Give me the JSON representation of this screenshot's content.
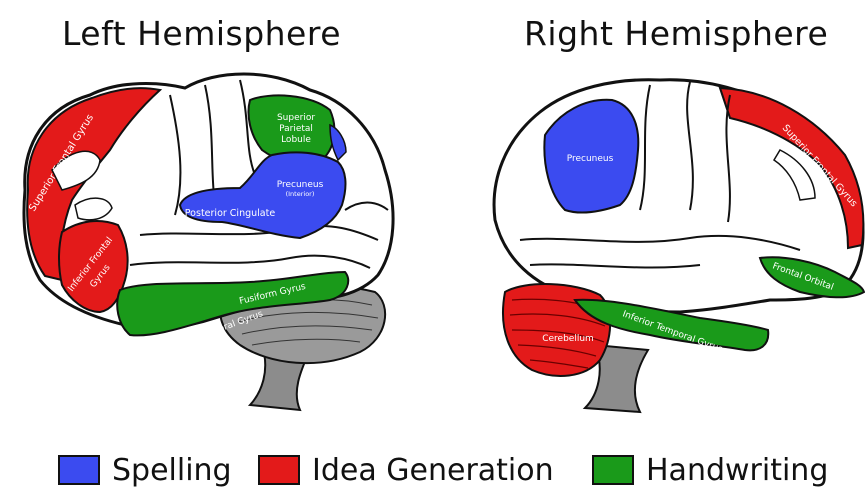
{
  "titles": {
    "left": "Left Hemisphere",
    "right": "Right Hemisphere"
  },
  "colors": {
    "spelling": "#3b4bf0",
    "idea_generation": "#e31a1a",
    "handwriting": "#1a9a1a",
    "cortex": "#ffffff",
    "outline": "#111111",
    "cerebellum_gray": "#9a9a9a",
    "brainstem_gray": "#8c8c8c"
  },
  "left_hemisphere": {
    "regions": {
      "superior_frontal": "Superior Frontal Gyrus",
      "inferior_frontal_line1": "Inferior Frontal",
      "inferior_frontal_line2": "Gyrus",
      "superior_parietal_line1": "Superior",
      "superior_parietal_line2": "Parietal",
      "superior_parietal_line3": "Lobule",
      "precuneus": "Precuneus",
      "precuneus_note": "(Interior)",
      "posterior_cingulate": "Posterior Cingulate",
      "fusiform": "Fusiform Gyrus",
      "inferior_temporal": "Inferior Temporal Gyrus"
    }
  },
  "right_hemisphere": {
    "regions": {
      "precuneus": "Precuneus",
      "superior_frontal": "Superior Frontal Gyrus",
      "frontal_orbital": "Frontal Orbital",
      "cerebellum": "Cerebellum",
      "inferior_temporal": "Inferior Temporal Gyrus"
    }
  },
  "legend": [
    {
      "label": "Spelling",
      "color_key": "spelling"
    },
    {
      "label": "Idea Generation",
      "color_key": "idea_generation"
    },
    {
      "label": "Handwriting",
      "color_key": "handwriting"
    }
  ]
}
